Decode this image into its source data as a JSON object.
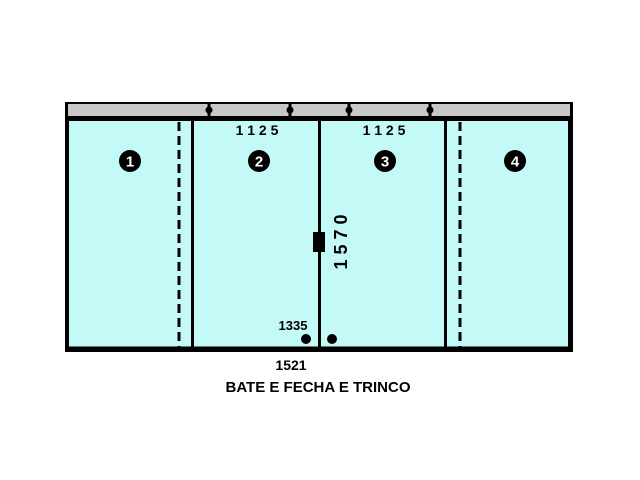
{
  "colors": {
    "glass": "#c3f9f7",
    "rail": "#c8c8c8",
    "frame": "#000000",
    "background": "#ffffff"
  },
  "panels": [
    {
      "number": "1"
    },
    {
      "number": "2"
    },
    {
      "number": "3"
    },
    {
      "number": "4"
    }
  ],
  "dimensions": {
    "panel2_width": "1 1 2 5",
    "panel3_width": "1 1 2 5",
    "height": "1 5 7 0",
    "lock_height": "1335",
    "bottom_mark": "1521"
  },
  "caption": "BATE E FECHA E TRINCO"
}
